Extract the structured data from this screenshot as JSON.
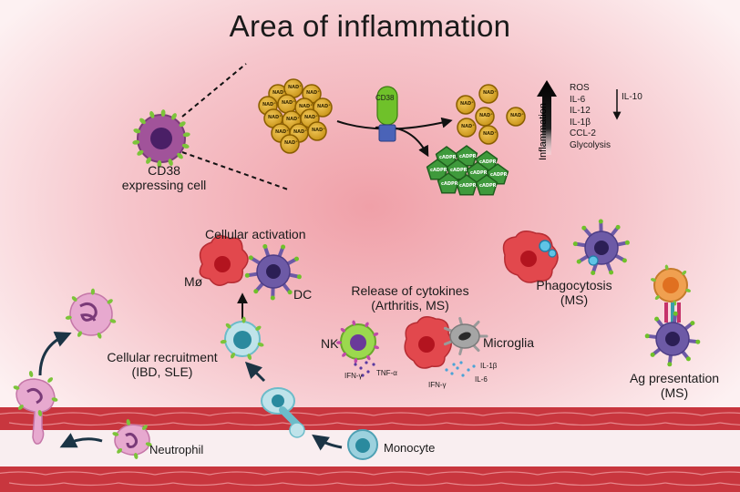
{
  "title": "Area of inflammation",
  "cd38_cell_label": [
    "CD38",
    "expressing cell"
  ],
  "cd38_protein_label": "CD38",
  "nad_label": "NAD⁺",
  "cadpr_label": "cADPR",
  "inflammation_axis_label": "Inflammation",
  "il10_label": "IL-10",
  "upregulated_markers": [
    "ROS",
    "IL-6",
    "IL-12",
    "IL-1β",
    "CCL-2",
    "Glycolysis"
  ],
  "cellular_activation_label": "Cellular activation",
  "macrophage_label": "Mø",
  "dc_label": "DC",
  "cellular_recruitment_label": [
    "Cellular recruitment",
    "(IBD, SLE)"
  ],
  "release_of_cytokines_label": [
    "Release of cytokines",
    "(Arthritis, MS)"
  ],
  "nk_label": "NK",
  "microglia_label": "Microglia",
  "nk_cytokines": [
    "IFN-γ",
    "TNF-α"
  ],
  "microglia_cytokines": [
    "IFN-γ",
    "IL-1β",
    "IL-6"
  ],
  "phagocytosis_label": [
    "Phagocytosis",
    "(MS)"
  ],
  "ag_presentation_label": [
    "Ag presentation",
    "(MS)"
  ],
  "neutrophil_label": "Neutrophil",
  "monocyte_label": "Monocyte",
  "colors": {
    "background_center": "#f0a0a8",
    "background_edge": "#fdf1f2",
    "vessel_wall": "#c8363e",
    "vessel_lumen": "#f9eef0",
    "nad_fill": "#d4a21c",
    "cadpr_fill": "#3f9a3c",
    "cd38_fill": "#6fc12a",
    "macrophage": "#e2484d",
    "dendritic_cell": "#6d5aa6",
    "monocyte": "#6cbcc9",
    "neutrophil": "#e7a9cf",
    "nk_cell": "#8fd24a",
    "microglia": "#9a9a9a",
    "t_cell": "#f0a050",
    "arrow_navy": "#1b3445"
  }
}
